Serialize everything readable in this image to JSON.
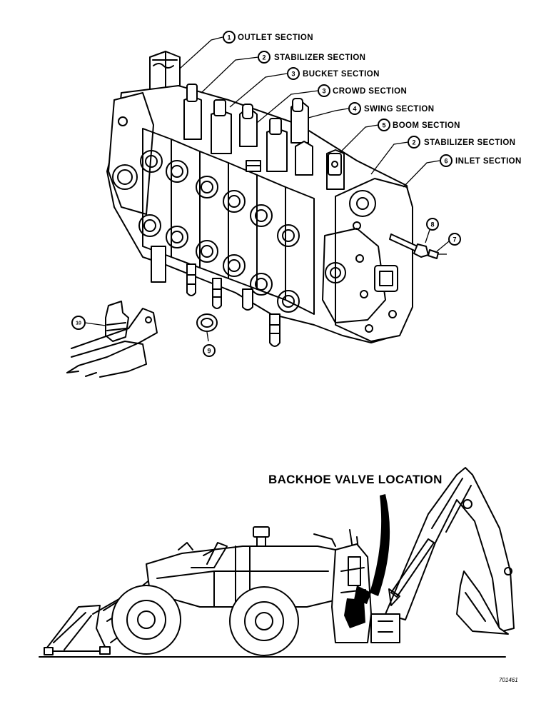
{
  "callouts": [
    {
      "num": "1",
      "label": "OUTLET SECTION"
    },
    {
      "num": "2",
      "label": "STABILIZER SECTION"
    },
    {
      "num": "3",
      "label": "BUCKET SECTION"
    },
    {
      "num": "3",
      "label": "CROWD SECTION"
    },
    {
      "num": "4",
      "label": "SWING SECTION"
    },
    {
      "num": "5",
      "label": "BOOM SECTION"
    },
    {
      "num": "2",
      "label": "STABILIZER SECTION"
    },
    {
      "num": "6",
      "label": "INLET SECTION"
    }
  ],
  "part_numbers": {
    "p7": "7",
    "p8": "8",
    "p9": "9",
    "p10": "10"
  },
  "location_label": "BACKHOE VALVE LOCATION",
  "figure_ref": "701461"
}
